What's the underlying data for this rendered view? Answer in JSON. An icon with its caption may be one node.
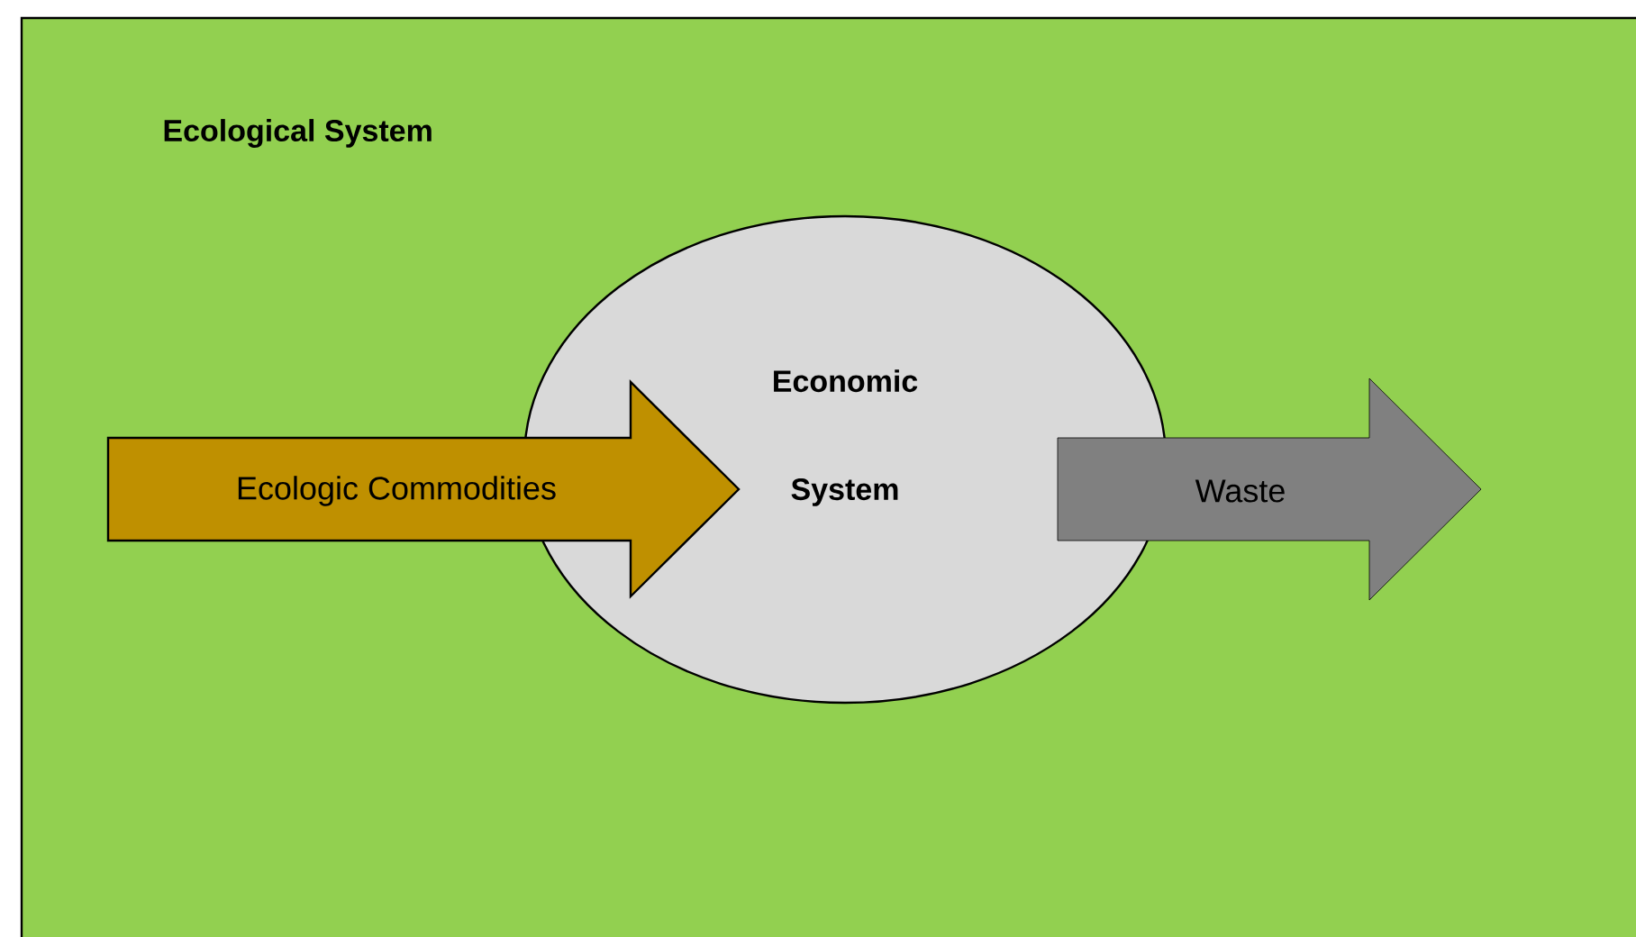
{
  "diagram": {
    "nodes": [
      {
        "text": [
          "Ecological System"
        ]
      },
      {
        "text": [
          "Economic System"
        ],
        "in": 0
      },
      {
        "text": [
          "Ecologic Commodities"
        ],
        "in": 0
      },
      {
        "text": [
          "Waste"
        ],
        "in": 0
      }
    ]
  }
}
